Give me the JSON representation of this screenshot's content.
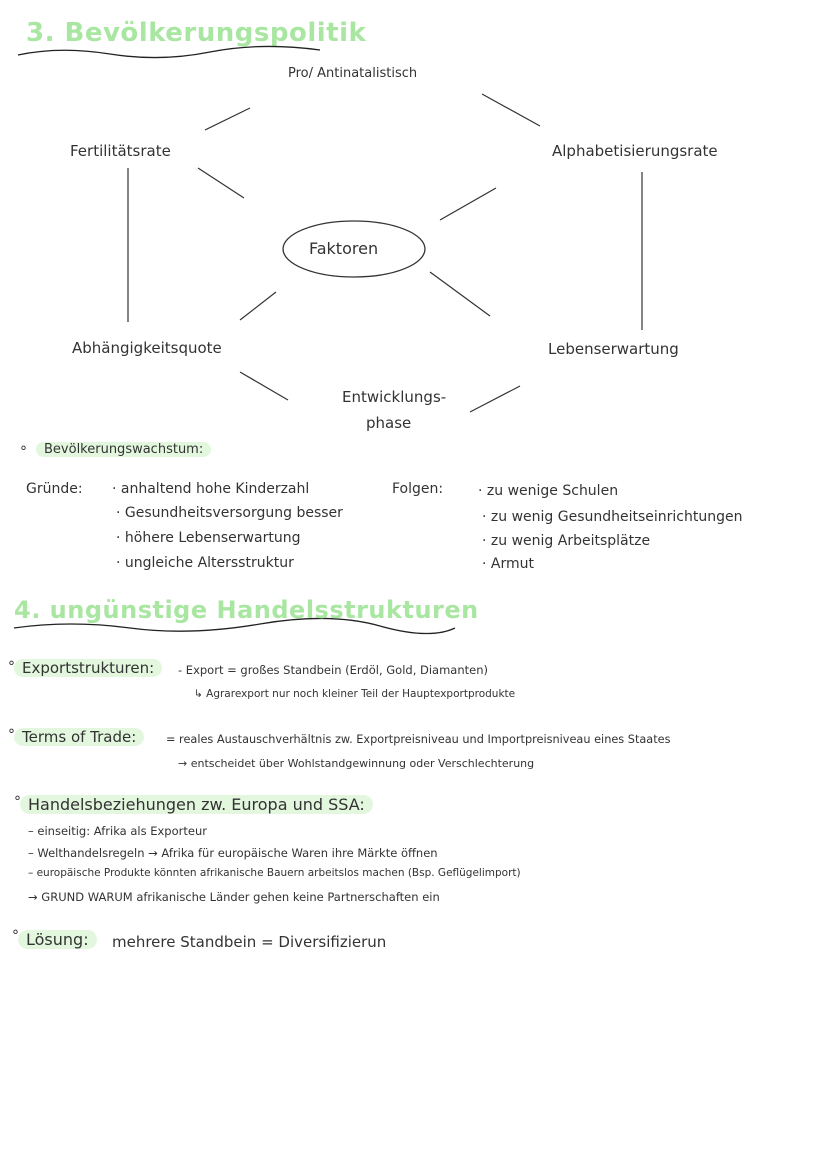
{
  "section3": {
    "title": "3. Bevölkerungspolitik",
    "diagram": {
      "center": "Faktoren",
      "top": "Pro/ Antinatalistisch",
      "left_top": "Fertilitätsrate",
      "right_top": "Alphabetisierungsrate",
      "left_bottom": "Abhängigkeitsquote",
      "right_bottom": "Lebenserwartung",
      "bottom_line1": "Entwicklungs-",
      "bottom_line2": "phase"
    },
    "growth": {
      "label": "Bevölkerungswachstum:",
      "reasons_label": "Gründe:",
      "reasons": [
        "anhaltend hohe Kinderzahl",
        "Gesundheitsversorgung besser",
        "höhere Lebenserwartung",
        "ungleiche Altersstruktur"
      ],
      "consequences_label": "Folgen:",
      "consequences": [
        "zu wenige Schulen",
        "zu wenig Gesundheitseinrichtungen",
        "zu wenig Arbeitsplätze",
        "Armut"
      ]
    }
  },
  "section4": {
    "title": "4. ungünstige Handelsstrukturen",
    "export": {
      "label": "Exportstrukturen:",
      "line1": "- Export = großes Standbein (Erdöl, Gold, Diamanten)",
      "line2": "↳ Agrarexport nur noch kleiner Teil der Hauptexportprodukte"
    },
    "terms": {
      "label": "Terms of Trade:",
      "line1": "= reales Austauschverhältnis zw. Exportpreisniveau und Importpreisniveau eines Staates",
      "line2": "→ entscheidet über Wohlstandgewinnung oder Verschlechterung"
    },
    "relations": {
      "label": "Handelsbeziehungen zw. Europa und SSA:",
      "items": [
        "– einseitig: Afrika als Exporteur",
        "– Welthandelsregeln → Afrika für europäische Waren ihre Märkte öffnen",
        "– europäische Produkte könnten afrikanische Bauern arbeitslos machen (Bsp. Geflügelimport)",
        "→ GRUND WARUM afrikanische Länder gehen keine Partnerschaften ein"
      ]
    },
    "solution": {
      "label": "Lösung:",
      "text": "mehrere Standbein = Diversifizierun"
    }
  },
  "colors": {
    "highlight": "#e3f7df",
    "heading": "#a8e6a1"
  }
}
